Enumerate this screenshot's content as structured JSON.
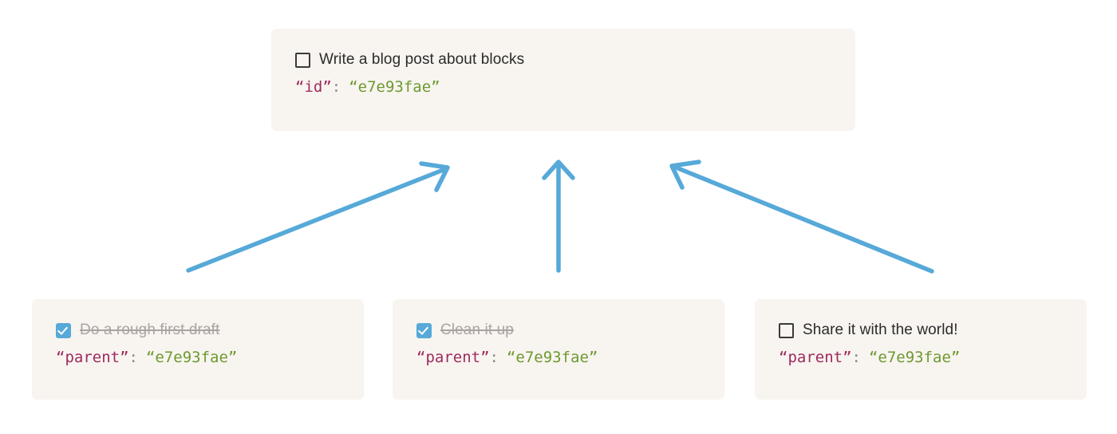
{
  "diagram": {
    "title": "Block parent/child relationship diagram",
    "accent_color": "#56a9d8",
    "card_background": "#f8f4f0",
    "page_background": "#ffffff",
    "key_color": "#9c2a5e",
    "value_color": "#6d9a2f",
    "colon_color": "#8b8b8b",
    "done_text_color": "#a8a5a2"
  },
  "parent_card": {
    "checkbox_state": "unchecked",
    "checkbox_icon": "checkbox-empty-icon",
    "task": "Write a blog post about blocks",
    "json_key": "“id”",
    "json_colon": ":",
    "json_value": "“e7e93fae”"
  },
  "child_cards": [
    {
      "checkbox_state": "checked",
      "checkbox_icon": "checkbox-checked-icon",
      "task": "Do a rough first draft",
      "json_key": "“parent”",
      "json_colon": ":",
      "json_value": "“e7e93fae”"
    },
    {
      "checkbox_state": "checked",
      "checkbox_icon": "checkbox-checked-icon",
      "task": "Clean it up",
      "json_key": "“parent”",
      "json_colon": ":",
      "json_value": "“e7e93fae”"
    },
    {
      "checkbox_state": "unchecked",
      "checkbox_icon": "checkbox-empty-icon",
      "task": "Share it with the world!",
      "json_key": "“parent”",
      "json_colon": ":",
      "json_value": "“e7e93fae”"
    }
  ],
  "arrows": [
    {
      "name": "arrow-child1-to-parent",
      "direction": "up-right"
    },
    {
      "name": "arrow-child2-to-parent",
      "direction": "up"
    },
    {
      "name": "arrow-child3-to-parent",
      "direction": "up-left"
    }
  ]
}
